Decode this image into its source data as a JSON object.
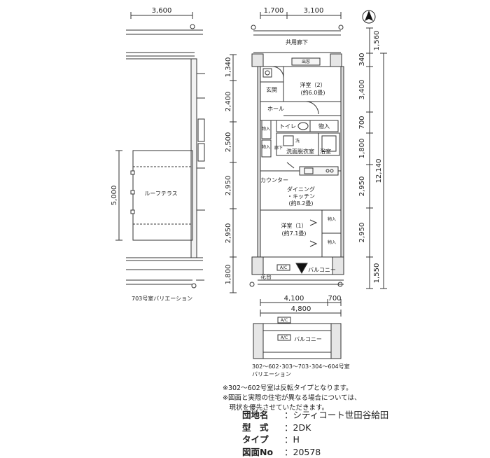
{
  "top_dims": {
    "left": "3,600",
    "mid": "1,700",
    "right": "3,100"
  },
  "left_dims": [
    "1,340",
    "2,400",
    "2,500",
    "2,950",
    "2,950",
    "1,800"
  ],
  "right_dims": [
    "1,560",
    "340",
    "3,400",
    "700",
    "1,800",
    "2,950",
    "2,950",
    "1,550"
  ],
  "right_total": "12,140",
  "roof_dim": "5,000",
  "bottom_dims": {
    "a": "4,100",
    "b": "700",
    "total": "4,800"
  },
  "rooms": {
    "corridor": "共用廊下",
    "meter": "出窓",
    "genkan": "玄関",
    "western2": "洋室（2）",
    "western2_size": "(約6.0畳)",
    "hall": "ホール",
    "toilet": "トイレ",
    "storage": "物入",
    "wash": "洗",
    "washroom": "洗面脱衣室",
    "bath": "浴室",
    "hallway": "廊下",
    "counter": "カウンター",
    "dining1": "ダイニング",
    "dining2": "・キッチン",
    "dining_size": "(約8.2畳)",
    "western1": "洋室（1）",
    "western1_size": "(約7.1畳)",
    "balcony": "バルコニー",
    "flowerbed": "花台",
    "ac": "A/C",
    "roof_terrace": "ルーフテラス"
  },
  "captions": {
    "variation_703": "703号室バリエーション",
    "variation_list_1": "302～602･303～703･304～604号室",
    "variation_list_2": "バリエーション"
  },
  "notes": [
    "※302～602号室は反転タイプとなります。",
    "※図面と実際の住宅が異なる場合については、",
    "　現状を優先させていただきます。"
  ],
  "info": {
    "complex_label": "団地名",
    "complex_value": "：シティコート世田谷給田",
    "type_label": "型　式",
    "type_value": "：2DK",
    "plan_type_label": "タイプ",
    "plan_type_value": "：H",
    "plan_no_label": "図面No",
    "plan_no_value": "：20578"
  },
  "compass": "N"
}
